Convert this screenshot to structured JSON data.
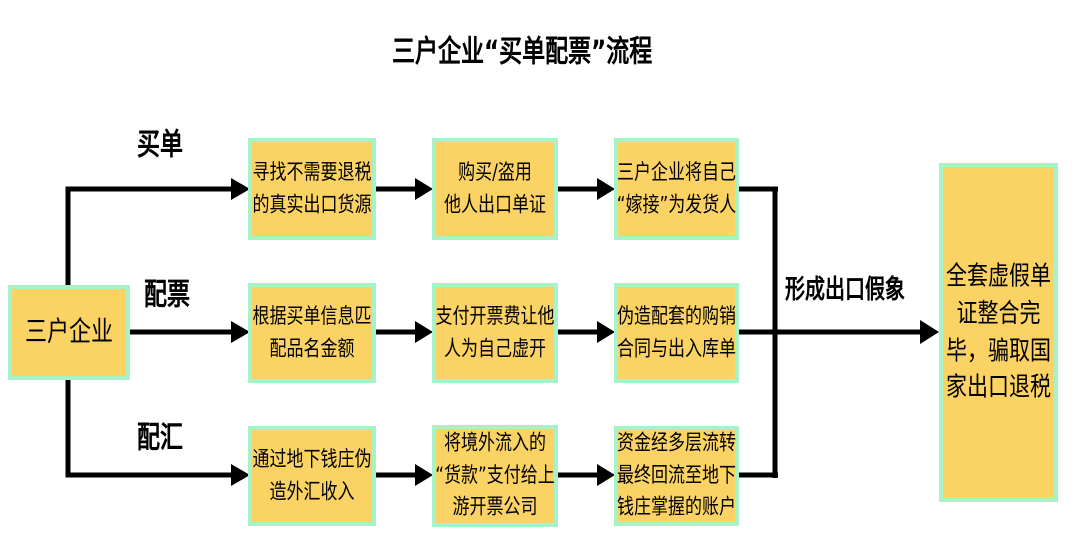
{
  "title": "三户企业“买单配票”流程",
  "source_label": "三户企业",
  "rows": [
    {
      "label": "买单",
      "steps": [
        "寻找不需要退税\n的真实出口货源",
        "购买/盗用\n他人出口单证",
        "三户企业将自己\n“嫁接”为发货人"
      ]
    },
    {
      "label": "配票",
      "steps": [
        "根据买单信息匹\n配品名金额",
        "支付开票费让他\n人为自己虚开",
        "伪造配套的购销\n合同与出入库单"
      ]
    },
    {
      "label": "配汇",
      "steps": [
        "通过地下钱庄伪\n造外汇收入",
        "将境外流入的\n“货款”支付给上\n游开票公司",
        "资金经多层流转\n最终回流至地下\n钱庄掌握的账户"
      ]
    }
  ],
  "merge_label": "形成出口假象",
  "result_label": "全套虚假单\n证整合完\n毕，骗取国\n家出口退税",
  "colors": {
    "node_fill": "#FBD364",
    "node_border": "#A7F3C7",
    "line": "#000000",
    "background": "#FFFFFF",
    "text": "#000000"
  }
}
